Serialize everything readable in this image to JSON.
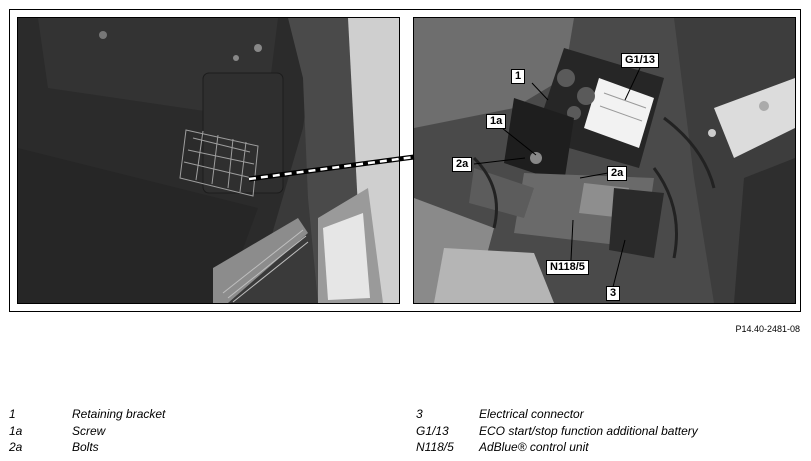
{
  "figure": {
    "reference": "P14.40-2481-08",
    "callouts": {
      "c1": "1",
      "c1a": "1a",
      "c2a_left": "2a",
      "c2a_right": "2a",
      "cG1": "G1/13",
      "cN118": "N118/5",
      "c3": "3"
    }
  },
  "legend": {
    "left": [
      {
        "key": "1",
        "text": "Retaining bracket"
      },
      {
        "key": "1a",
        "text": "Screw"
      },
      {
        "key": "2a",
        "text": "Bolts"
      }
    ],
    "right": [
      {
        "key": "3",
        "text": "Electrical connector"
      },
      {
        "key": "G1/13",
        "text": "ECO start/stop function additional battery"
      },
      {
        "key": "N118/5",
        "text": "AdBlue® control unit"
      }
    ]
  }
}
